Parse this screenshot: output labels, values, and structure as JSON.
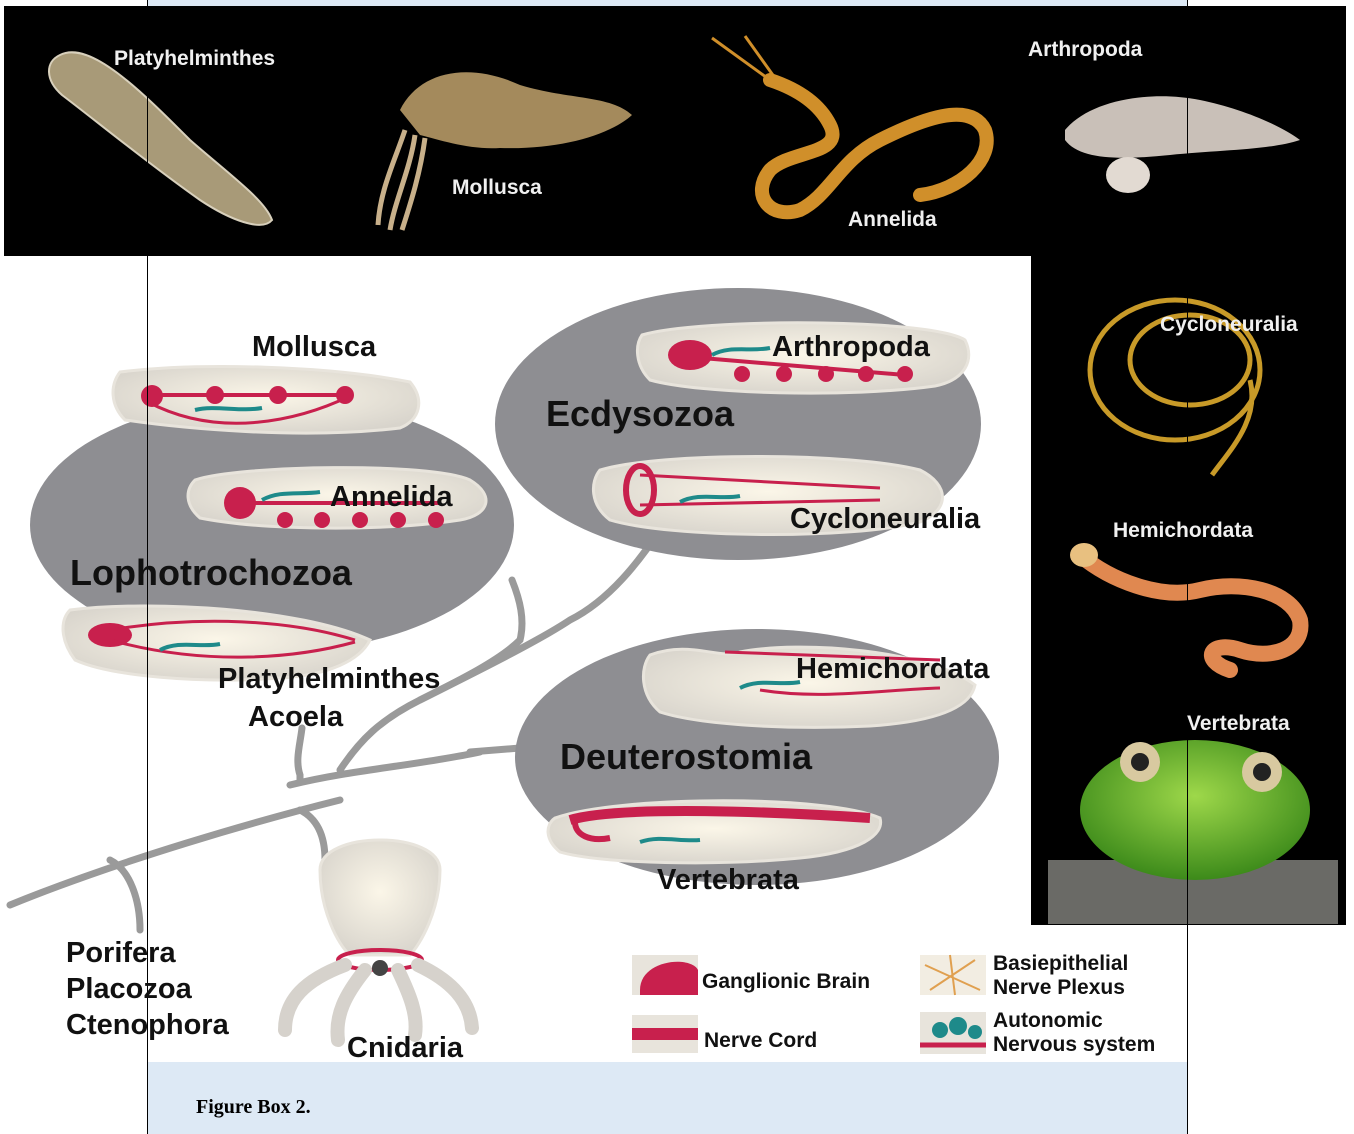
{
  "photos": {
    "platyhelminthes": "Platyhelminthes",
    "mollusca": "Mollusca",
    "annelida": "Annelida",
    "arthropoda": "Arthropoda",
    "cycloneuralia": "Cycloneuralia",
    "hemichordata": "Hemichordata",
    "vertebrata": "Vertebrata"
  },
  "diagram": {
    "mollusca": "Mollusca",
    "annelida": "Annelida",
    "lophotrochozoa": "Lophotrochozoa",
    "platyhelminthes": "Platyhelminthes",
    "acoela": "Acoela",
    "arthropoda": "Arthropoda",
    "ecdysozoa": "Ecdysozoa",
    "cycloneuralia": "Cycloneuralia",
    "hemichordata": "Hemichordata",
    "deuterostomia": "Deuterostomia",
    "vertebrata": "Vertebrata",
    "porifera": "Porifera",
    "placozoa": "Placozoa",
    "ctenophora": "Ctenophora",
    "cnidaria": "Cnidaria"
  },
  "legend": {
    "ganglionic_brain": "Ganglionic Brain",
    "nerve_cord": "Nerve Cord",
    "basiepithelial_1": "Basiepithelial",
    "basiepithelial_2": "Nerve Plexus",
    "autonomic_1": "Autonomic",
    "autonomic_2": "Nervous system"
  },
  "caption": "Figure Box 2.",
  "colors": {
    "clade_fill": "#8e8e92",
    "neural_red": "#c8204d",
    "autonomic_teal": "#1e8a8a",
    "plexus_orange": "#e0a050",
    "branch_gray": "#9a9a9a",
    "caption_bg": "#dde9f5"
  }
}
